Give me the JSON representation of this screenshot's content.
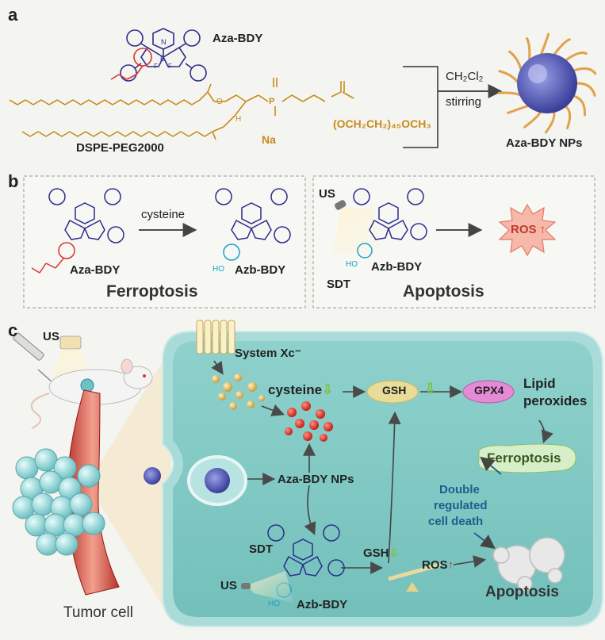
{
  "panels": {
    "a": "a",
    "b": "b",
    "c": "c"
  },
  "section_a": {
    "aza_label": "Aza-BDY",
    "lipid_label": "DSPE-PEG2000",
    "na_label": "Na",
    "peg_label": "(OCH₂CH₂)₄₅OCH₃",
    "solvent_label": "CH₂Cl₂",
    "stirring_label": "stirring",
    "nps_label": "Aza-BDY NPs",
    "atom_N": "N",
    "atom_B": "B",
    "atom_F1": "F",
    "atom_F2": "F",
    "atom_P": "P",
    "atom_O": "O",
    "atom_H": "H"
  },
  "section_b": {
    "left_reactant": "Aza-BDY",
    "left_arrow_label": "cysteine",
    "left_product": "Azb-BDY",
    "left_ho": "HO",
    "left_title": "Ferroptosis",
    "right_us": "US",
    "right_ho": "HO",
    "right_molecule": "Azb-BDY",
    "right_sdt": "SDT",
    "ros_label": "ROS",
    "right_title": "Apoptosis"
  },
  "section_c": {
    "us_label": "US",
    "system_xc": "System Xc⁻",
    "cysteine": "cysteine",
    "gsh_top": "GSH",
    "gpx4": "GPX4",
    "lipid_peroxides_1": "Lipid",
    "lipid_peroxides_2": "peroxides",
    "ferroptosis": "Ferroptosis",
    "nps": "Aza-BDY NPs",
    "double_1": "Double",
    "double_2": "regulated",
    "double_3": "cell death",
    "sdt": "SDT",
    "us2": "US",
    "ho": "HO",
    "azb": "Azb-BDY",
    "gsh_bottom": "GSH",
    "ros": "ROS",
    "apoptosis": "Apoptosis",
    "tumor_cell": "Tumor cell"
  },
  "colors": {
    "cell_fill": "#7fc9c4",
    "membrane": "#9fd6d2",
    "orange": "#c98a1c",
    "navy": "#2a2f8c",
    "red": "#d8352e",
    "green_arrow": "#7cc242"
  }
}
